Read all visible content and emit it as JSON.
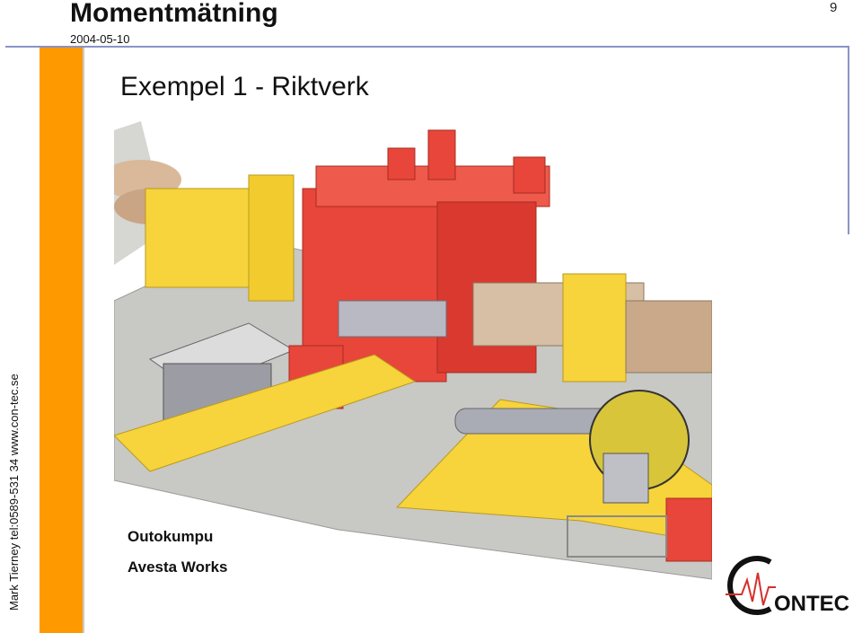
{
  "header": {
    "title": "Momentmätning",
    "date": "2004-05-10",
    "page_number": "9"
  },
  "sidebar": {
    "contact": "Mark Tierney tel:0589-531 34   www.con-tec.se"
  },
  "slide": {
    "heading": "Exempel 1 - Riktverk",
    "caption_line1": "Outokumpu",
    "caption_line2": "Avesta Works"
  },
  "logo": {
    "text": "ONTEC"
  },
  "colors": {
    "accent_orange": "#ff9900",
    "rule_blue": "#8a93c7",
    "machine_red": "#e8463a",
    "machine_yellow": "#f7d33c",
    "floor_grey": "#c8c8c4",
    "logo_red": "#d6302a"
  }
}
